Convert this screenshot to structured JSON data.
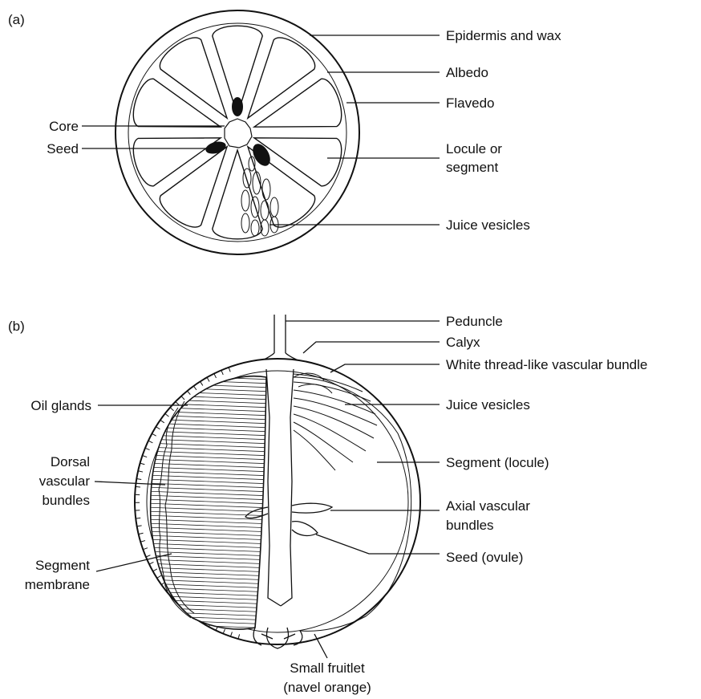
{
  "panel_a": {
    "tag": "(a)",
    "labels": {
      "epidermis": "Epidermis and wax",
      "albedo": "Albedo",
      "flavedo": "Flavedo",
      "locule_1": "Locule or",
      "locule_2": "segment",
      "juice": "Juice vesicles",
      "core": "Core",
      "seed": "Seed"
    }
  },
  "panel_b": {
    "tag": "(b)",
    "labels": {
      "peduncle": "Peduncle",
      "calyx": "Calyx",
      "thread": "White thread-like vascular bundle",
      "juice": "Juice vesicles",
      "segment": "Segment (locule)",
      "axial_1": "Axial vascular",
      "axial_2": "bundles",
      "seed": "Seed (ovule)",
      "oil": "Oil glands",
      "dorsal_1": "Dorsal",
      "dorsal_2": "vascular",
      "dorsal_3": "bundles",
      "membrane_1": "Segment",
      "membrane_2": "membrane",
      "fruitlet_1": "Small fruitlet",
      "fruitlet_2": "(navel orange)"
    }
  }
}
